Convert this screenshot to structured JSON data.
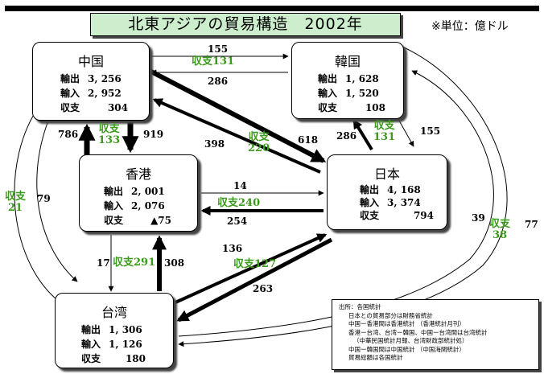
{
  "title": "北東アジアの貿易構造　2002年",
  "unit": "※単位：億ドル",
  "labels": {
    "export": "輸出",
    "import": "輸入",
    "balance": "収支"
  },
  "regions": {
    "china": {
      "name": "中国",
      "export": "3, 256",
      "import": "2, 952",
      "balance": "304"
    },
    "korea": {
      "name": "韓国",
      "export": "1, 628",
      "import": "1, 520",
      "balance": "108"
    },
    "hongkong": {
      "name": "香港",
      "export": "2, 001",
      "import": "2, 076",
      "balance": "▲75"
    },
    "japan": {
      "name": "日本",
      "export": "4, 168",
      "import": "3, 374",
      "balance": "794"
    },
    "taiwan": {
      "name": "台湾",
      "export": "1, 306",
      "import": "1, 126",
      "balance": "180"
    }
  },
  "flows": {
    "china_korea": "155",
    "korea_china": "286",
    "china_korea_balance": "収支131",
    "china_hk": "919",
    "hk_china": "786",
    "china_hk_balance": "収支\n133",
    "china_japan": "618",
    "japan_china": "398",
    "china_japan_balance": "収支\n220",
    "korea_japan": "155",
    "japan_korea": "286",
    "korea_japan_balance": "収支\n131",
    "hk_japan": "14",
    "japan_hk": "254",
    "japan_hk_balance": "収支240",
    "hk_taiwan": "17",
    "taiwan_hk": "308",
    "taiwan_hk_balance": "収支291",
    "china_taiwan": "79",
    "taiwan_china": "",
    "china_taiwan_balance": "収支\n21",
    "japan_taiwan": "263",
    "taiwan_japan": "136",
    "japan_taiwan_balance": "収支127",
    "korea_taiwan": "39",
    "taiwan_korea": "77",
    "korea_taiwan_balance": "収支\n38"
  },
  "source": {
    "heading": "出所：各国統計",
    "lines": [
      "日本との貿易部分は財務省統計",
      "中国ー香港間は香港統計 （香港統計月刊）",
      "香港ー台湾、台湾ー韓国、中国ー台湾間は台湾統計",
      "（中華民国統計月報、台湾財政部統計処）",
      "中国ー韓国間は中国統計 （中国海関統計）",
      "貿易総額は各国統計"
    ]
  }
}
